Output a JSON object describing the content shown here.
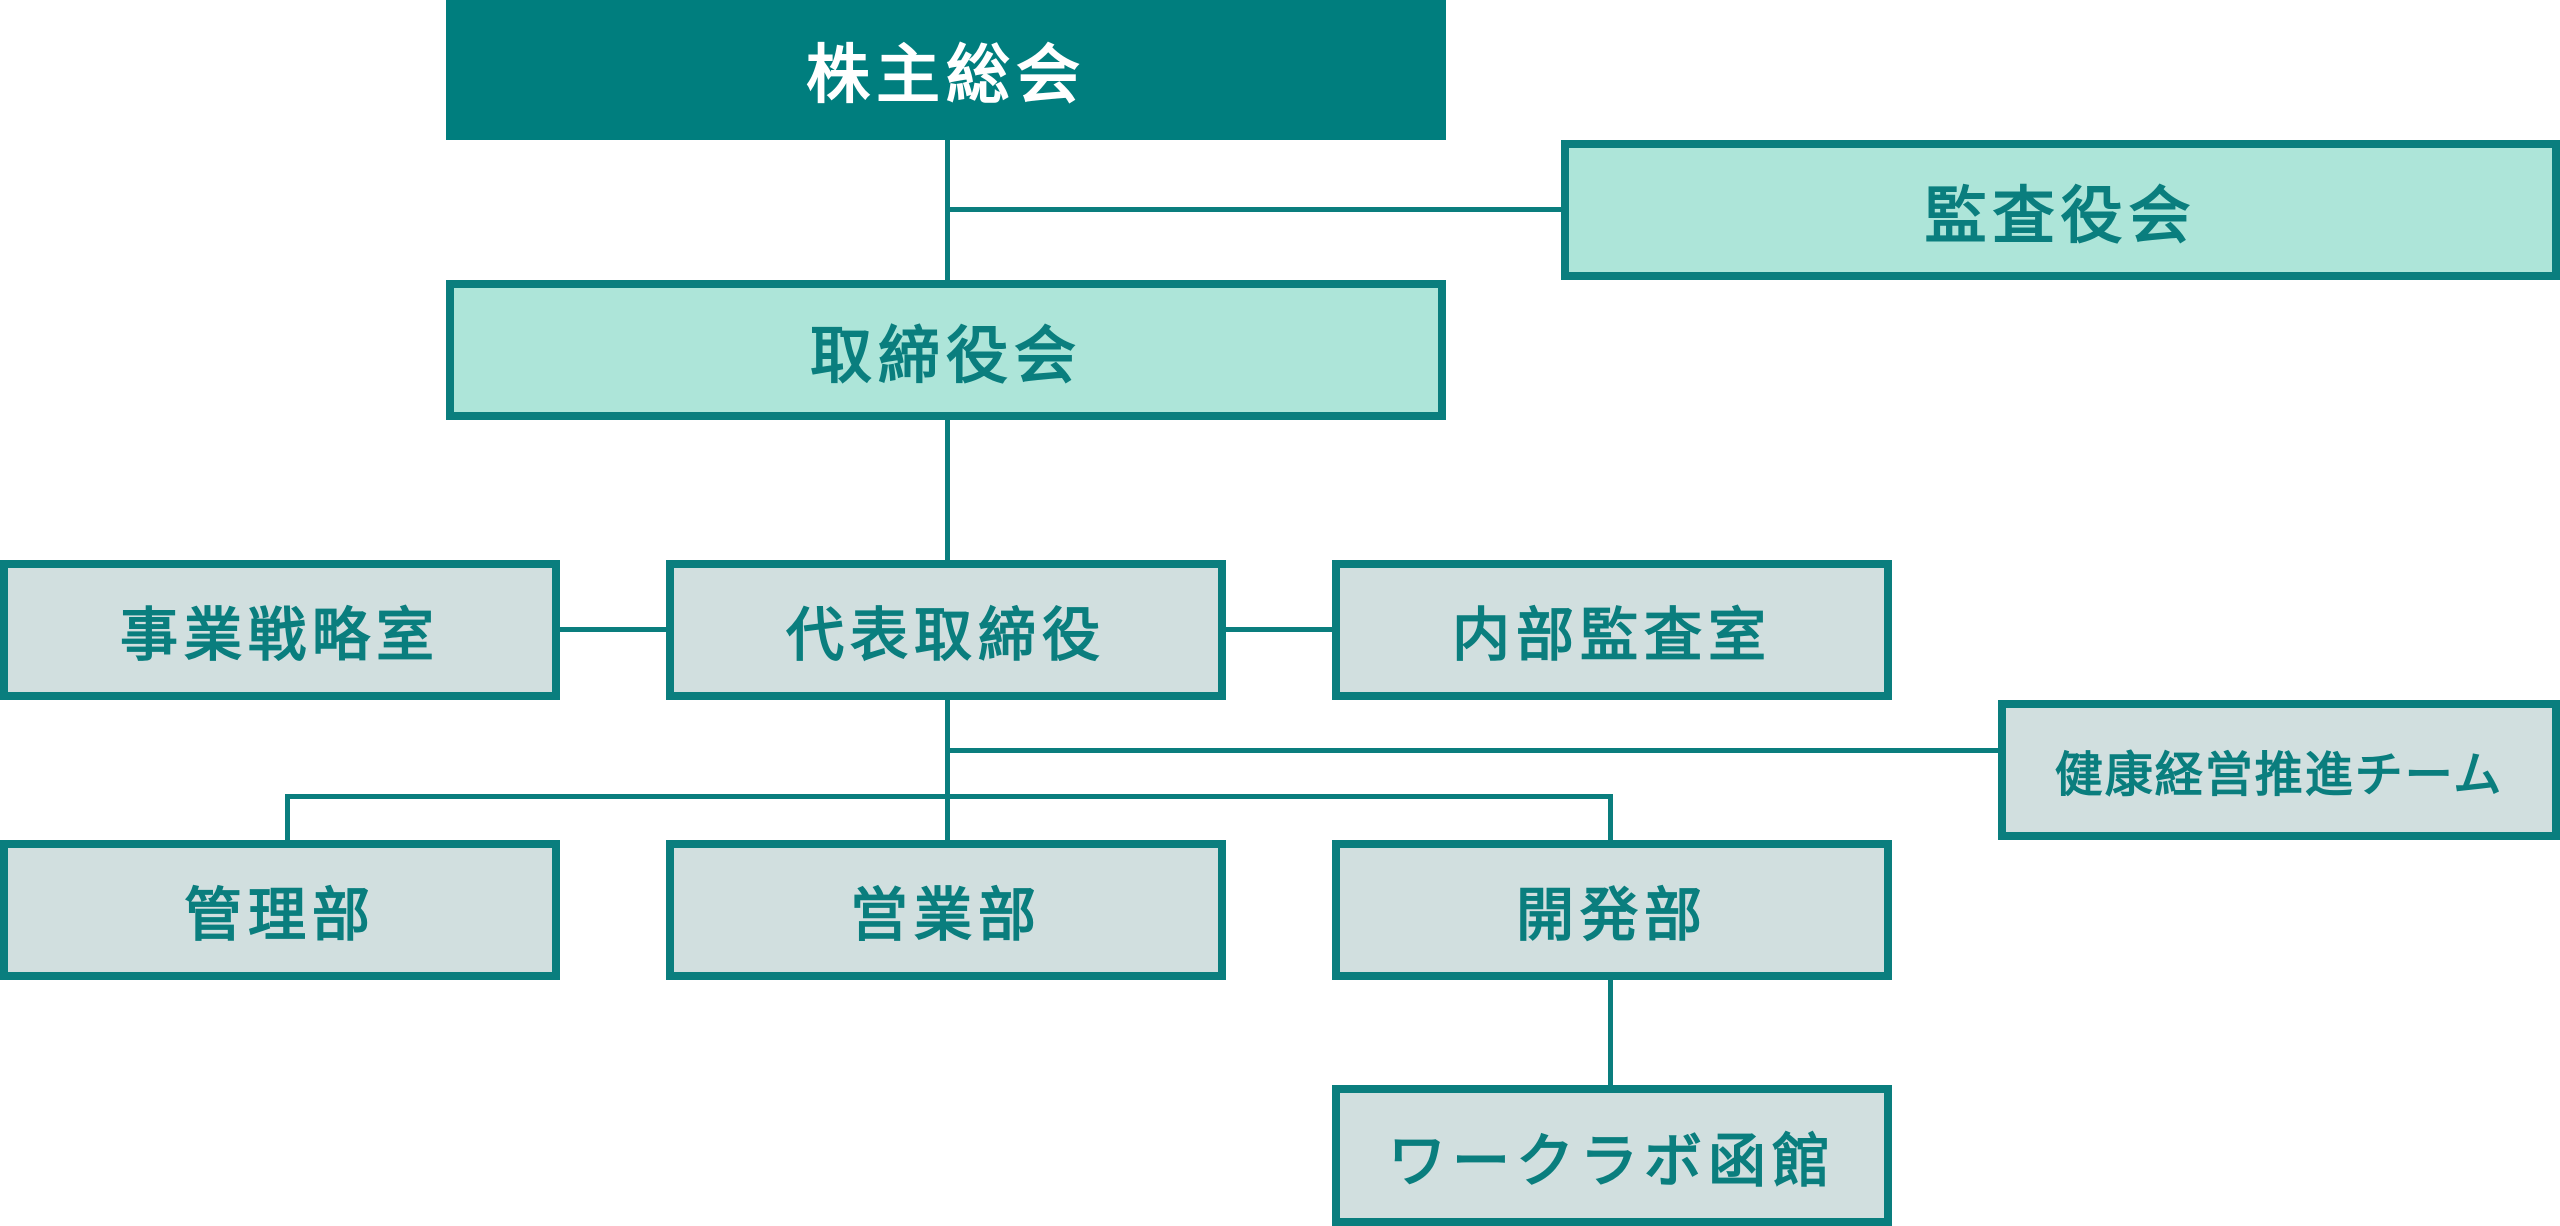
{
  "org": {
    "shareholders_meeting": "株主総会",
    "audit_board": "監査役会",
    "board_of_directors": "取締役会",
    "business_strategy_office": "事業戦略室",
    "representative_director": "代表取締役",
    "internal_audit_office": "内部監査室",
    "health_management_team": "健康経営推進チーム",
    "administration_department": "管理部",
    "sales_department": "営業部",
    "development_department": "開発部",
    "work_lab_hakodate": "ワークラボ函館"
  },
  "colors": {
    "primary": "#007e7e",
    "line": "#0a7e7e",
    "mint": "#ade5d9",
    "gray": "#d1dfdf"
  }
}
